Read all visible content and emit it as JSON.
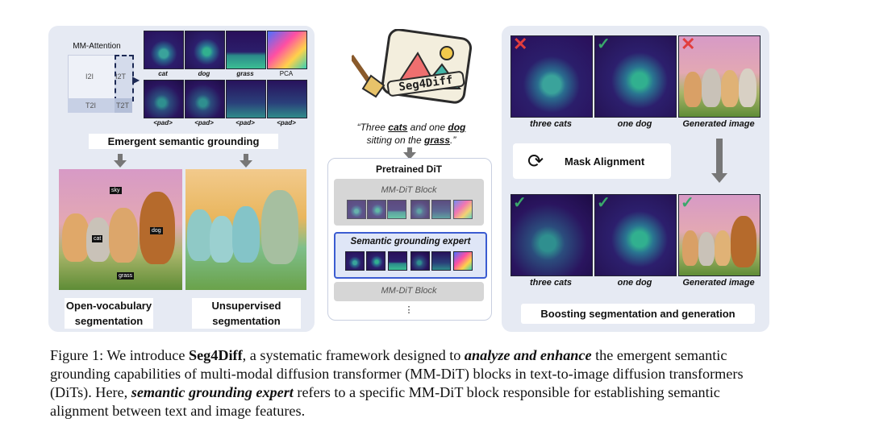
{
  "left_panel": {
    "mm_attention_label": "MM-Attention",
    "quad_labels": [
      "I2I",
      "I2T",
      "T2I",
      "T2T"
    ],
    "top_row_labels": [
      "cat",
      "dog",
      "grass",
      "PCA"
    ],
    "bottom_row_labels": [
      "<pad>",
      "<pad>",
      "<pad>",
      "<pad>"
    ],
    "grounding_title": "Emergent semantic grounding",
    "seg_tags": [
      "sky",
      "cat",
      "dog",
      "grass"
    ],
    "open_vocab_label": "Open-vocabulary segmentation",
    "unsup_label": "Unsupervised segmentation"
  },
  "center_panel": {
    "logo_text": "Seg4Diff",
    "prompt_text": "“Three cats and one dog sitting on the grass.”",
    "prompt_parts": {
      "pre": "“Three ",
      "cats": "cats",
      "mid1": " and one ",
      "dog": "dog",
      "line2a": "sitting on the ",
      "grass": "grass",
      "end": ".”"
    },
    "pretrained_label": "Pretrained DiT",
    "block_top": "MM-DiT Block",
    "expert_label": "Semantic grounding expert",
    "block_bottom": "MM-DiT Block",
    "ellipsis": "⋮"
  },
  "right_panel": {
    "row1_labels": [
      "three cats",
      "one dog",
      "Generated image"
    ],
    "alignment_label": "Mask Alignment",
    "row2_labels": [
      "three cats",
      "one dog",
      "Generated image"
    ],
    "boost_label": "Boosting segmentation and generation"
  },
  "caption": {
    "prefix": "Figure 1: We introduce ",
    "name": "Seg4Diff",
    "part1": ", a systematic framework designed to ",
    "emph1": "analyze and enhance",
    "part2": " the emergent semantic grounding capabilities of multi-modal diffusion transformer (MM-DiT) blocks in text-to-image diffusion transformers (DiTs). Here, ",
    "emph2": "semantic grounding expert",
    "part3": " refers to a specific MM-DiT block responsible for establishing semantic alignment between text and image features."
  },
  "colors": {
    "panel_bg": "#e6eaf3",
    "check_green": "#3aa86b",
    "cross_red": "#e23d3d"
  }
}
